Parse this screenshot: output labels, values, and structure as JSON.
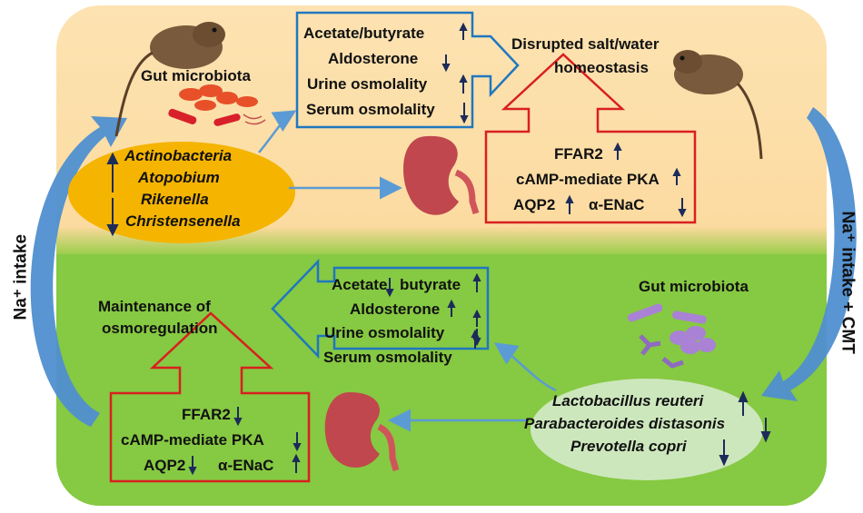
{
  "colors": {
    "blue": "#1f77c0",
    "red": "#d82020",
    "arrow_blue": "#5b9bd5",
    "navy": "#1c2b5a",
    "orange_ellipse": "#f5b400",
    "green_ellipse": "#cde7bd"
  },
  "side_labels": {
    "left": "Na⁺ intake",
    "right": "Na⁺ intake + CMT"
  },
  "top": {
    "microbiota_label": "Gut microbiota",
    "taxa": [
      "Actinobacteria",
      "Atopobium",
      "Rikenella",
      "Christensenella"
    ],
    "blue_box": [
      "Acetate/butyrate",
      "Aldosterone",
      "Urine osmolality",
      "Serum osmolality"
    ],
    "outcome": [
      "Disrupted salt/water",
      "homeostasis"
    ],
    "red_box": {
      "line1": "FFAR2",
      "line2": "cAMP-mediate PKA",
      "line3a": "AQP2",
      "line3b": "α-ENaC"
    }
  },
  "bottom": {
    "microbiota_label": "Gut microbiota",
    "taxa": [
      "Lactobacillus reuteri",
      "Parabacteroides distasonis",
      "Prevotella copri"
    ],
    "blue_box": [
      "Acetate",
      "butyrate",
      "Aldosterone",
      "Urine osmolality",
      "Serum osmolality"
    ],
    "outcome": [
      "Maintenance of",
      "osmoregulation"
    ],
    "red_box": {
      "line1": "FFAR2",
      "line2": "cAMP-mediate PKA",
      "line3a": "AQP2",
      "line3b": "α-ENaC"
    }
  },
  "icons": [
    "gerbil-icon",
    "bacteria-icon",
    "kidney-icon",
    "up-arrow-icon",
    "down-arrow-icon"
  ]
}
